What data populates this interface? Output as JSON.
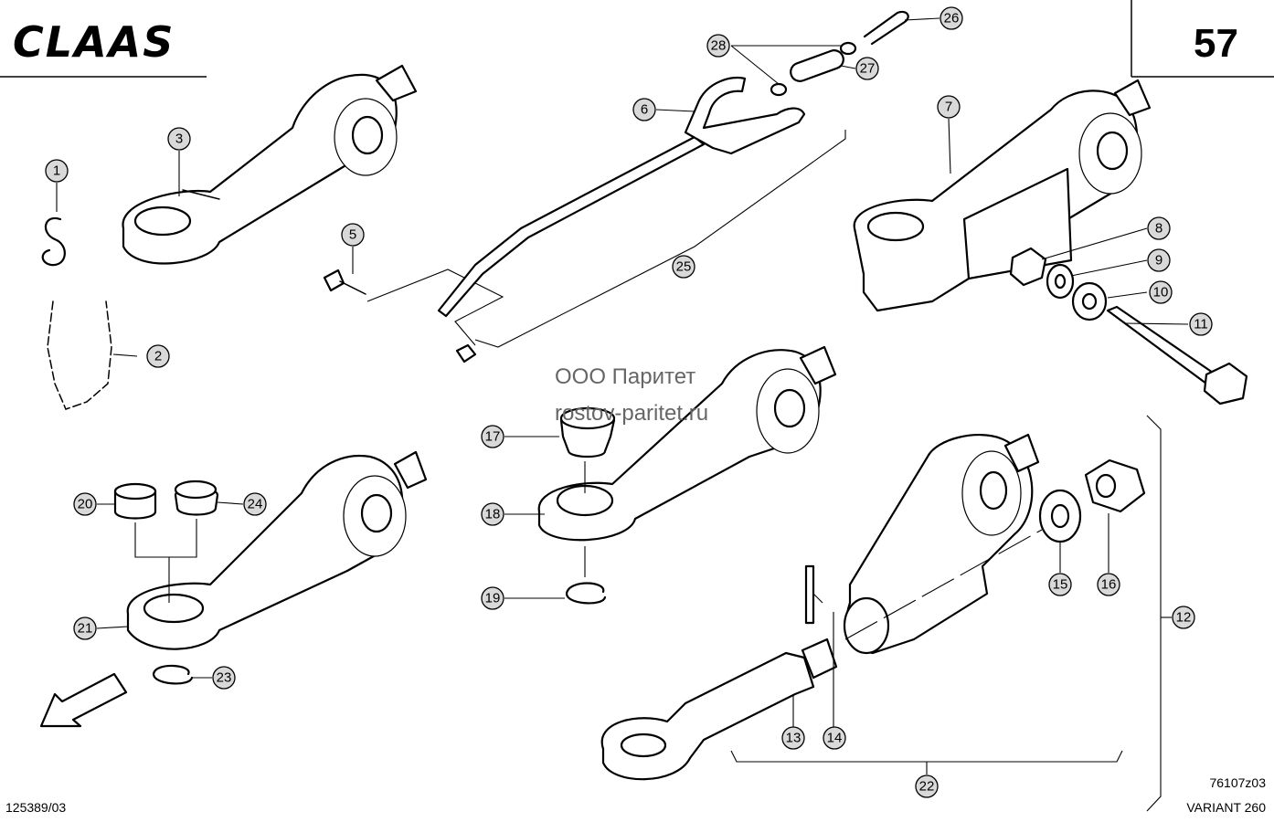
{
  "header": {
    "brand": "CLAAS",
    "page_number": "57"
  },
  "watermark": {
    "line1": "ООО Паритет",
    "line2": "rostov-paritet.ru"
  },
  "footer": {
    "drawing_id": "125389/03",
    "ref_code": "76107z03",
    "model": "VARIANT 260"
  },
  "callouts": [
    "1",
    "2",
    "3",
    "5",
    "6",
    "7",
    "8",
    "9",
    "10",
    "11",
    "12",
    "13",
    "14",
    "15",
    "16",
    "17",
    "18",
    "19",
    "20",
    "21",
    "22",
    "23",
    "24",
    "25",
    "26",
    "27",
    "28"
  ],
  "icons": {
    "direction_arrow": "arrow-down-left-icon"
  }
}
